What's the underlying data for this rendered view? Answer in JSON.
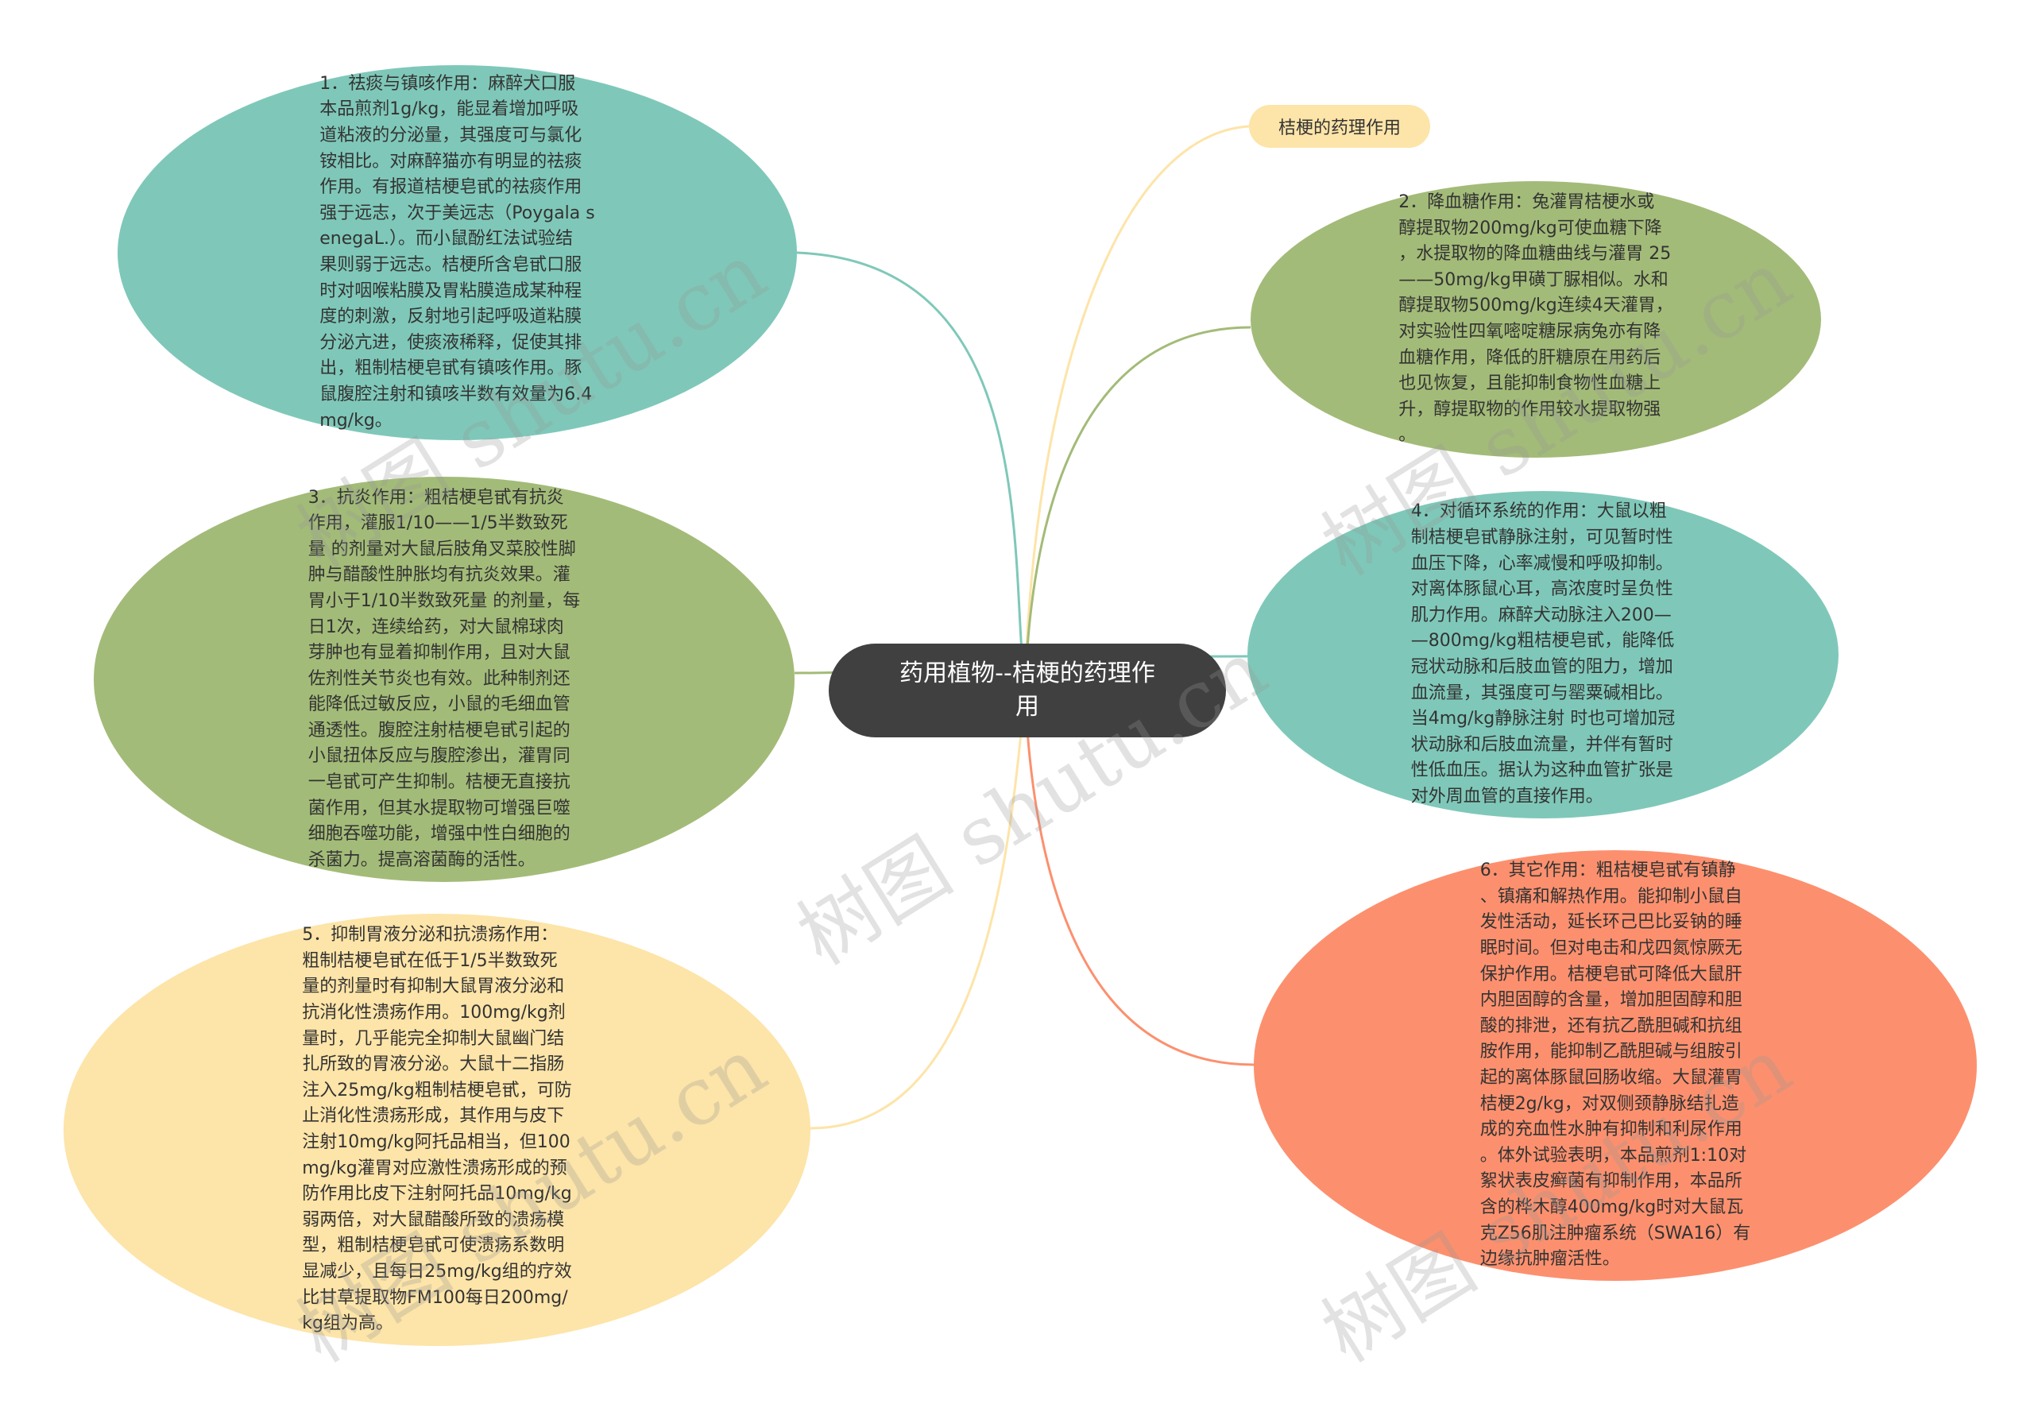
{
  "center": {
    "label": "药用植物--桔梗的药理作\n用"
  },
  "title_tag": {
    "label": "桔梗的药理作用"
  },
  "nodes": [
    {
      "text": "1．祛痰与镇咳作用：麻醉犬口服\n本品煎剂1g/kg，能显着增加呼吸\n道粘液的分泌量，其强度可与氯化\n铵相比。对麻醉猫亦有明显的祛痰\n作用。有报道桔梗皂甙的祛痰作用\n强于远志，次于美远志（Poygala s\nenegaL.）。而小鼠酚红法试验结\n果则弱于远志。桔梗所含皂甙口服\n时对咽喉粘膜及胃粘膜造成某种程\n度的刺激，反射地引起呼吸道粘膜\n分泌亢进，使痰液稀释，促使其排\n出，粗制桔梗皂甙有镇咳作用。豚\n鼠腹腔注射和镇咳半数有效量为6.4\nmg/kg。",
      "color": "#7fc8b9"
    },
    {
      "text": "2．降血糖作用：兔灌胃桔梗水或\n醇提取物200mg/kg可使血糖下降\n，水提取物的降血糖曲线与灌胃 25\n——50mg/kg甲磺丁脲相似。水和\n醇提取物500mg/kg连续4天灌胃，\n对实验性四氧嘧啶糖尿病兔亦有降\n血糖作用，降低的肝糖原在用药后\n也见恢复，且能抑制食物性血糖上\n升，醇提取物的作用较水提取物强\n。",
      "color": "#a3bb78"
    },
    {
      "text": "3．抗炎作用：粗桔梗皂甙有抗炎\n作用，灌服1/10——1/5半数致死\n量 的剂量对大鼠后肢角叉菜胶性脚\n肿与醋酸性肿胀均有抗炎效果。灌\n胃小于1/10半数致死量 的剂量，每\n日1次，连续给药，对大鼠棉球肉\n芽肿也有显着抑制作用，且对大鼠\n佐剂性关节炎也有效。此种制剂还\n能降低过敏反应，小鼠的毛细血管\n通透性。腹腔注射桔梗皂甙引起的\n小鼠扭体反应与腹腔渗出，灌胃同\n一皂甙可产生抑制。桔梗无直接抗\n菌作用，但其水提取物可增强巨噬\n细胞吞噬功能，增强中性白细胞的\n杀菌力。提高溶菌酶的活性。",
      "color": "#a3bb78"
    },
    {
      "text": "4．对循环系统的作用：大鼠以粗\n制桔梗皂甙静脉注射，可见暂时性\n血压下降，心率减慢和呼吸抑制。\n对离体豚鼠心耳，高浓度时呈负性\n肌力作用。麻醉犬动脉注入200—\n—800mg/kg粗桔梗皂甙，能降低\n冠状动脉和后肢血管的阻力，增加\n血流量，其强度可与罂粟碱相比。\n当4mg/kg静脉注射 时也可增加冠\n状动脉和后肢血流量，并伴有暂时\n性低血压。据认为这种血管扩张是\n对外周血管的直接作用。",
      "color": "#7fc8b9"
    },
    {
      "text": "5．抑制胃液分泌和抗溃疡作用：\n粗制桔梗皂甙在低于1/5半数致死\n量的剂量时有抑制大鼠胃液分泌和\n抗消化性溃疡作用。100mg/kg剂\n量时，几乎能完全抑制大鼠幽门结\n扎所致的胃液分泌。大鼠十二指肠\n注入25mg/kg粗制桔梗皂甙，可防\n止消化性溃疡形成，其作用与皮下\n注射10mg/kg阿托品相当，但100\nmg/kg灌胃对应激性溃疡形成的预\n防作用比皮下注射阿托品10mg/kg\n弱两倍，对大鼠醋酸所致的溃疡模\n型，粗制桔梗皂甙可使溃疡系数明\n显减少，且每日25mg/kg组的疗效\n比甘草提取物FM100每日200mg/\nkg组为高。",
      "color": "#fde4a8"
    },
    {
      "text": "6．其它作用：粗桔梗皂甙有镇静\n、镇痛和解热作用。能抑制小鼠自\n发性活动，延长环己巴比妥钠的睡\n眠时间。但对电击和戊四氮惊厥无\n保护作用。桔梗皂甙可降低大鼠肝\n内胆固醇的含量，增加胆固醇和胆\n酸的排泄，还有抗乙酰胆碱和抗组\n胺作用，能抑制乙酰胆碱与组胺引\n起的离体豚鼠回肠收缩。大鼠灌胃\n桔梗2g/kg，对双侧颈静脉结扎造\n成的充血性水肿有抑制和利尿作用\n。体外试验表明，本品煎剂1:10对\n絮状表皮癣菌有抑制作用，本品所\n含的桦木醇400mg/kg时对大鼠瓦\n克Z56肌注肿瘤系统（SWA16）有\n边缘抗肿瘤活性。",
      "color": "#fc906e"
    }
  ],
  "watermarks": [
    "树图 shutu.cn",
    "树图 shutu.cn",
    "树图 shutu.cn",
    "树图 shutu.cn",
    "树图 shutu.cn"
  ]
}
